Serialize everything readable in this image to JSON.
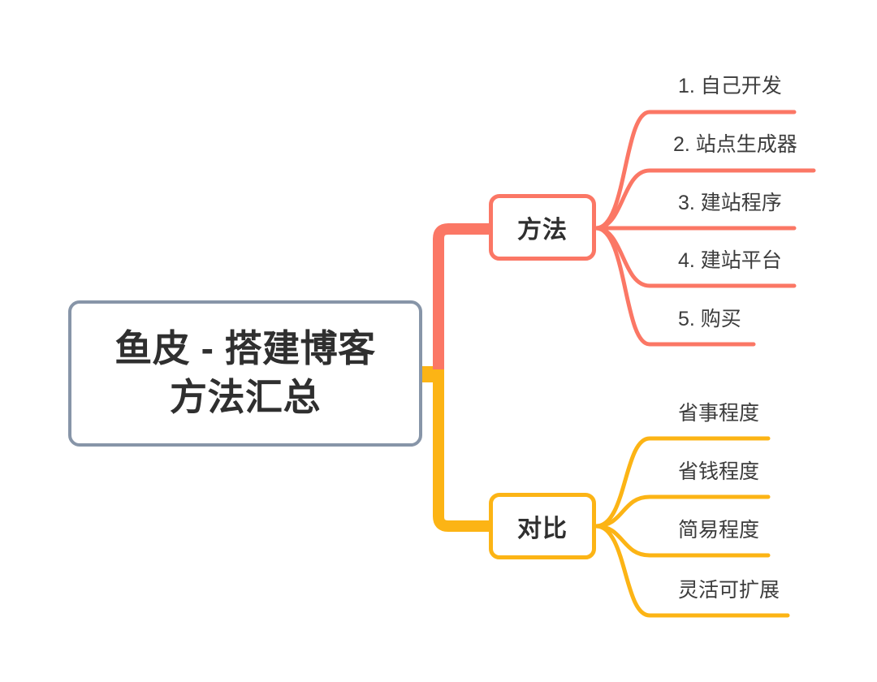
{
  "diagram": {
    "type": "mindmap",
    "title": "鱼皮 - 搭建博客方法汇总",
    "background_color": "#ffffff",
    "root": {
      "label": "鱼皮 - 搭建博客\n方法汇总",
      "border_color": "#8795a8",
      "text_color": "#2f2f2f"
    },
    "branches": [
      {
        "label": "方法",
        "color": "#fb7765",
        "leaves": [
          {
            "label": "1. 自己开发"
          },
          {
            "label": "2. 站点生成器"
          },
          {
            "label": "3. 建站程序"
          },
          {
            "label": "4. 建站平台"
          },
          {
            "label": "5. 购买"
          }
        ]
      },
      {
        "label": "对比",
        "color": "#fcb415",
        "leaves": [
          {
            "label": "省事程度"
          },
          {
            "label": "省钱程度"
          },
          {
            "label": "简易程度"
          },
          {
            "label": "灵活可扩展"
          }
        ]
      }
    ]
  }
}
